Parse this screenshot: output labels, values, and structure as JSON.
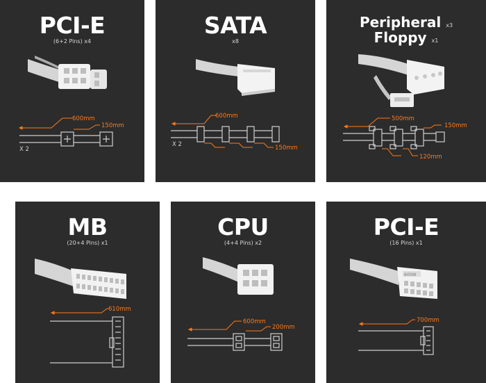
{
  "cards": {
    "pcie_8pin": {
      "title": "PCI-E",
      "subtitle": "(6+2 Pins) x4",
      "len_main": "600mm",
      "len_ext": "150mm",
      "count": "X 2"
    },
    "sata": {
      "title": "SATA",
      "subtitle": "x8",
      "len_main": "600mm",
      "len_ext": "150mm",
      "count": "X 2"
    },
    "peripheral": {
      "title_1": "Peripheral",
      "count_1": "x3",
      "title_2": "Floppy",
      "count_2": "x1",
      "len_main": "500mm",
      "len_ext": "150mm",
      "len_mid": "120mm"
    },
    "mb": {
      "title": "MB",
      "subtitle": "(20+4 Pins) x1",
      "len_main": "610mm"
    },
    "cpu": {
      "title": "CPU",
      "subtitle": "(4+4 Pins) x2",
      "len_main": "600mm",
      "len_ext": "200mm"
    },
    "pcie_16pin": {
      "title": "PCI-E",
      "subtitle": "(16 Pins) x1",
      "len_main": "700mm",
      "connector_text": "600W"
    }
  },
  "colors": {
    "card_bg": "#2c2c2c",
    "accent": "#ff7a1a",
    "line": "#cfcfcf"
  }
}
